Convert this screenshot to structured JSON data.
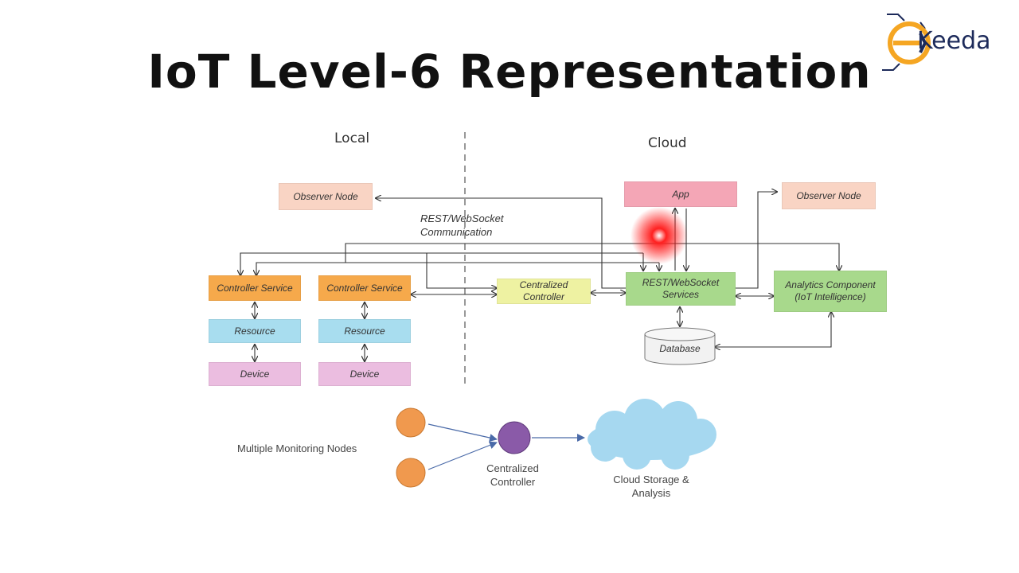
{
  "title": "IoT Level-6 Representation",
  "logo": {
    "text": "Keeda",
    "letter": "E",
    "accent": "#f5a623"
  },
  "sections": {
    "local": "Local",
    "cloud": "Cloud"
  },
  "boxes": {
    "observer_left": "Observer Node",
    "observer_right": "Observer Node",
    "app": "App",
    "controller_service_1": "Controller Service",
    "controller_service_2": "Controller Service",
    "resource_1": "Resource",
    "resource_2": "Resource",
    "device_1": "Device",
    "device_2": "Device",
    "centralized_controller": "Centralized Controller",
    "rest_services": "REST/WebSocket Services",
    "analytics": "Analytics Component (IoT Intelligence)",
    "database": "Database"
  },
  "comm_label": "REST/WebSocket Communication",
  "lower": {
    "nodes_label": "Multiple Monitoring Nodes",
    "controller_label": "Centralized Controller",
    "cloud_label": "Cloud Storage & Analysis"
  },
  "colors": {
    "observer": "#f9d4c4",
    "app": "#f4a6b6",
    "controller_service": "#f6a94b",
    "resource": "#a8ddef",
    "device": "#ebbde0",
    "centralized_controller": "#eef2a2",
    "rest_services": "#a8d98c",
    "analytics": "#a8d98c",
    "monitor_node": "#f0994e",
    "central_node": "#8a5aa8",
    "cloud": "#a6d8f0",
    "pointer": "#ff1a1a"
  }
}
